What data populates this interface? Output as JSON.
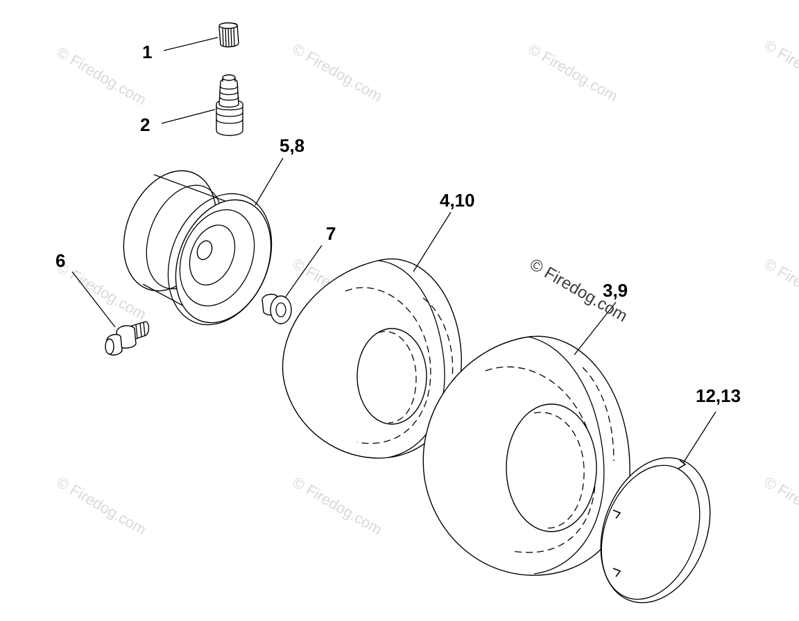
{
  "watermark": {
    "text": "© Firedog.com",
    "prominent_text": "© Firedog.com"
  },
  "callouts": {
    "c1": "1",
    "c2": "2",
    "c58": "5,8",
    "c6": "6",
    "c7": "7",
    "c410": "4,10",
    "c39": "3,9",
    "c1213": "12,13"
  },
  "colors": {
    "line": "#000000",
    "background": "#ffffff",
    "watermark": "#d9d9d9"
  }
}
